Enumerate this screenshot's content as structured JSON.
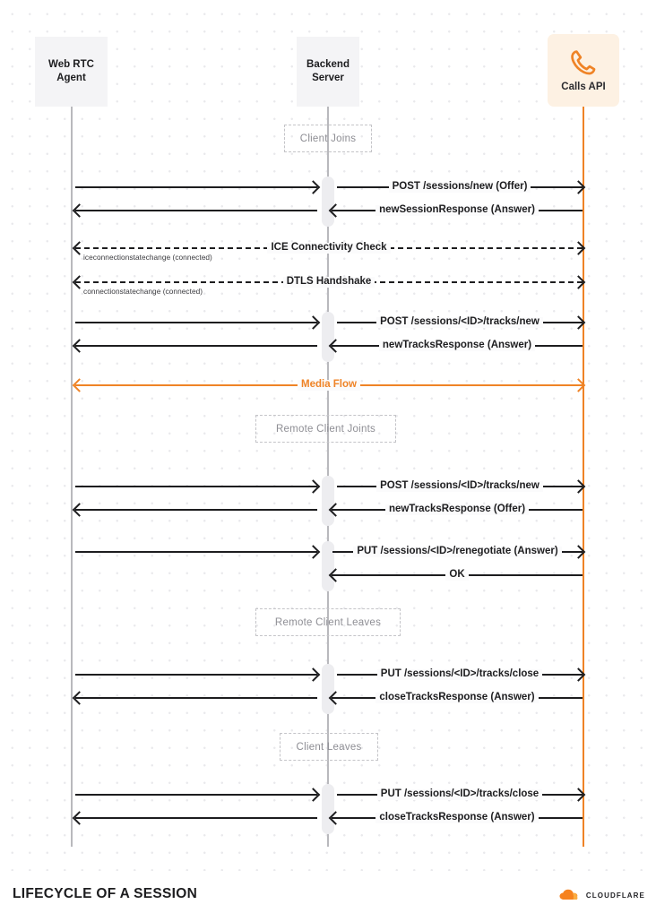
{
  "diagram": {
    "title_footer": "LIFECYCLE OF A SESSION",
    "brand": "CLOUDFLARE",
    "accent_color": "#ef8326",
    "line_color": "#1d1d1f",
    "lifeline_color": "#b9b9bd",
    "fragment_text_color": "#8e8e94",
    "actor_box_color": "#f4f4f6",
    "accent_box_color": "#fdf1e3"
  },
  "actors": [
    {
      "id": "webrtc",
      "label": "Web RTC\nAgent",
      "style": "plain"
    },
    {
      "id": "backend",
      "label": "Backend\nServer",
      "style": "plain"
    },
    {
      "id": "calls",
      "label": "Calls API",
      "style": "accent",
      "icon": "phone-icon"
    }
  ],
  "fragments": [
    {
      "id": "client-joins",
      "label": "Client Joins"
    },
    {
      "id": "remote-client-joins",
      "label": "Remote Client Joints"
    },
    {
      "id": "remote-client-leaves",
      "label": "Remote Client Leaves"
    },
    {
      "id": "client-leaves",
      "label": "Client Leaves"
    }
  ],
  "messages": [
    {
      "id": "m1",
      "label": "",
      "from": "webrtc",
      "to": "backend",
      "dir": "right",
      "style": "solid"
    },
    {
      "id": "m2",
      "label": "POST /sessions/new (Offer)",
      "from": "backend",
      "to": "calls",
      "dir": "right",
      "style": "solid"
    },
    {
      "id": "m3",
      "label": "",
      "from": "backend",
      "to": "webrtc",
      "dir": "left",
      "style": "solid"
    },
    {
      "id": "m4",
      "label": "newSessionResponse (Answer)",
      "from": "calls",
      "to": "backend",
      "dir": "left",
      "style": "solid"
    },
    {
      "id": "m5",
      "label": "ICE Connectivity Check",
      "from": "webrtc",
      "to": "calls",
      "dir": "both",
      "style": "dashed",
      "sublabel": "iceconnectionstatechange (connected)"
    },
    {
      "id": "m6",
      "label": "DTLS Handshake",
      "from": "webrtc",
      "to": "calls",
      "dir": "both",
      "style": "dashed",
      "sublabel": "connectionstatechange (connected)"
    },
    {
      "id": "m7",
      "label": "",
      "from": "webrtc",
      "to": "backend",
      "dir": "right",
      "style": "solid"
    },
    {
      "id": "m8",
      "label": "POST /sessions/<ID>/tracks/new",
      "from": "backend",
      "to": "calls",
      "dir": "right",
      "style": "solid"
    },
    {
      "id": "m9",
      "label": "",
      "from": "backend",
      "to": "webrtc",
      "dir": "left",
      "style": "solid"
    },
    {
      "id": "m10",
      "label": "newTracksResponse (Answer)",
      "from": "calls",
      "to": "backend",
      "dir": "left",
      "style": "solid"
    },
    {
      "id": "m11",
      "label": "Media Flow",
      "from": "webrtc",
      "to": "calls",
      "dir": "both",
      "style": "accent"
    },
    {
      "id": "m12",
      "label": "",
      "from": "webrtc",
      "to": "backend",
      "dir": "right",
      "style": "solid"
    },
    {
      "id": "m13",
      "label": "POST /sessions/<ID>/tracks/new",
      "from": "backend",
      "to": "calls",
      "dir": "right",
      "style": "solid"
    },
    {
      "id": "m14",
      "label": "",
      "from": "backend",
      "to": "webrtc",
      "dir": "left",
      "style": "solid"
    },
    {
      "id": "m15",
      "label": "newTracksResponse (Offer)",
      "from": "calls",
      "to": "backend",
      "dir": "left",
      "style": "solid"
    },
    {
      "id": "m16",
      "label": "",
      "from": "webrtc",
      "to": "backend",
      "dir": "right",
      "style": "solid"
    },
    {
      "id": "m17",
      "label": "PUT /sessions/<ID>/renegotiate (Answer)",
      "from": "backend",
      "to": "calls",
      "dir": "right",
      "style": "solid"
    },
    {
      "id": "m18",
      "label": "OK",
      "from": "calls",
      "to": "backend",
      "dir": "left",
      "style": "solid"
    },
    {
      "id": "m19",
      "label": "",
      "from": "webrtc",
      "to": "backend",
      "dir": "right",
      "style": "solid"
    },
    {
      "id": "m20",
      "label": "PUT /sessions/<ID>/tracks/close",
      "from": "backend",
      "to": "calls",
      "dir": "right",
      "style": "solid"
    },
    {
      "id": "m21",
      "label": "",
      "from": "backend",
      "to": "webrtc",
      "dir": "left",
      "style": "solid"
    },
    {
      "id": "m22",
      "label": "closeTracksResponse (Answer)",
      "from": "calls",
      "to": "backend",
      "dir": "left",
      "style": "solid"
    },
    {
      "id": "m23",
      "label": "",
      "from": "webrtc",
      "to": "backend",
      "dir": "right",
      "style": "solid"
    },
    {
      "id": "m24",
      "label": "PUT /sessions/<ID>/tracks/close",
      "from": "backend",
      "to": "calls",
      "dir": "right",
      "style": "solid"
    },
    {
      "id": "m25",
      "label": "",
      "from": "backend",
      "to": "webrtc",
      "dir": "left",
      "style": "solid"
    },
    {
      "id": "m26",
      "label": "closeTracksResponse (Answer)",
      "from": "calls",
      "to": "backend",
      "dir": "left",
      "style": "solid"
    }
  ]
}
